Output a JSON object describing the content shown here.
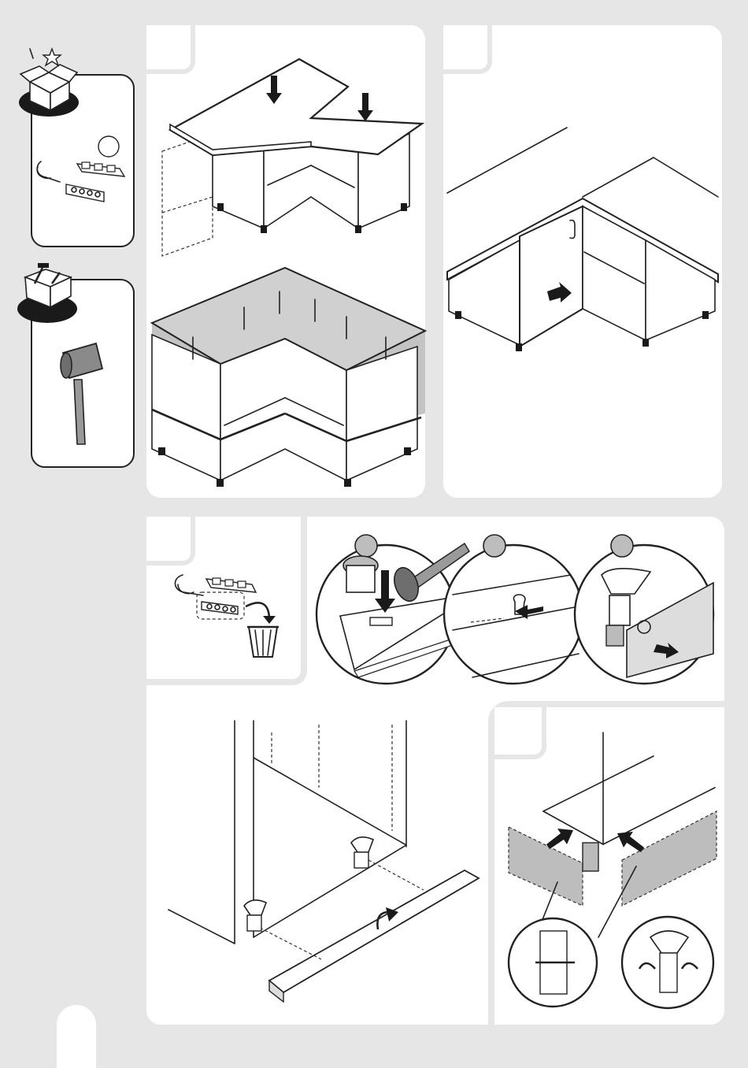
{
  "document": {
    "type": "assembly-instruction-page",
    "panels": [
      {
        "id": "parts",
        "icon": "unboxing-icon",
        "contents": "leveling-clip-parts"
      },
      {
        "id": "tools",
        "icon": "toolbox-icon",
        "contents": "rubber-mallet-icon"
      },
      {
        "id": "step-worktop",
        "illustration": "corner-cabinet-worktop"
      },
      {
        "id": "step-door",
        "illustration": "corner-cabinet-door"
      },
      {
        "id": "step-discard",
        "illustration": "discard-spare-parts"
      },
      {
        "id": "step-clip",
        "illustration": "plinth-clip-install"
      },
      {
        "id": "step-plinth",
        "illustration": "plinth-attach"
      },
      {
        "id": "step-plinth-corner",
        "illustration": "plinth-corner-join"
      }
    ],
    "colors": {
      "background": "#e6e6e6",
      "panel": "#ffffff",
      "line": "#222222",
      "fill_grey": "#bdbdbd"
    }
  }
}
